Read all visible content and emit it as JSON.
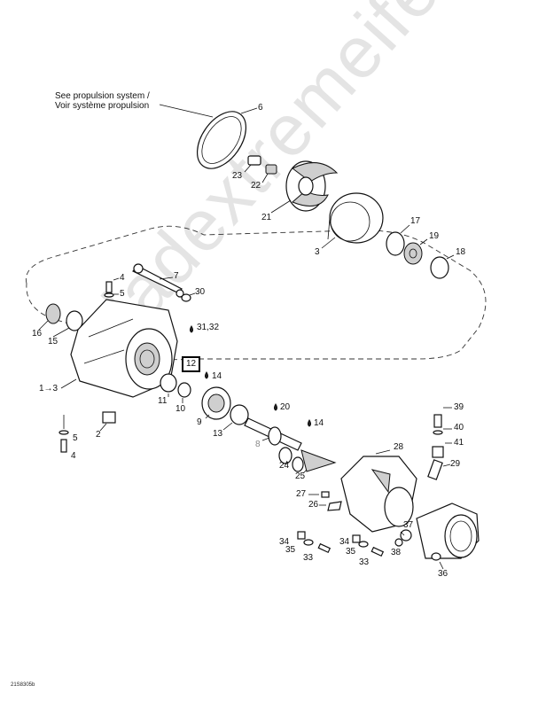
{
  "caption": {
    "line1": "See propulsion system /",
    "line2": "Voir système propulsion"
  },
  "watermark": "vladextremeife.ru",
  "figure_id": "21S8305b",
  "callouts": [
    {
      "id": "c6",
      "text": "6"
    },
    {
      "id": "c23",
      "text": "23"
    },
    {
      "id": "c22",
      "text": "22"
    },
    {
      "id": "c21",
      "text": "21"
    },
    {
      "id": "c17",
      "text": "17"
    },
    {
      "id": "c19",
      "text": "19"
    },
    {
      "id": "c18",
      "text": "18"
    },
    {
      "id": "c3",
      "text": "3"
    },
    {
      "id": "c7",
      "text": "7"
    },
    {
      "id": "c30",
      "text": "30"
    },
    {
      "id": "c4a",
      "text": "4"
    },
    {
      "id": "c5a",
      "text": "5"
    },
    {
      "id": "c16",
      "text": "16"
    },
    {
      "id": "c15",
      "text": "15"
    },
    {
      "id": "c3132",
      "text": "31,32"
    },
    {
      "id": "c12",
      "text": "12"
    },
    {
      "id": "c14a",
      "text": "14"
    },
    {
      "id": "c13to",
      "text": "1→3"
    },
    {
      "id": "c11",
      "text": "11"
    },
    {
      "id": "c10",
      "text": "10"
    },
    {
      "id": "c9",
      "text": "9"
    },
    {
      "id": "c20",
      "text": "20"
    },
    {
      "id": "c13",
      "text": "13"
    },
    {
      "id": "c14b",
      "text": "14"
    },
    {
      "id": "c8",
      "text": "8"
    },
    {
      "id": "c2",
      "text": "2"
    },
    {
      "id": "c5b",
      "text": "5"
    },
    {
      "id": "c4b",
      "text": "4"
    },
    {
      "id": "c24",
      "text": "24"
    },
    {
      "id": "c25",
      "text": "25"
    },
    {
      "id": "c39",
      "text": "39"
    },
    {
      "id": "c40",
      "text": "40"
    },
    {
      "id": "c41",
      "text": "41"
    },
    {
      "id": "c28",
      "text": "28"
    },
    {
      "id": "c29",
      "text": "29"
    },
    {
      "id": "c27",
      "text": "27"
    },
    {
      "id": "c26",
      "text": "26"
    },
    {
      "id": "c37",
      "text": "37"
    },
    {
      "id": "c34a",
      "text": "34"
    },
    {
      "id": "c35a",
      "text": "35"
    },
    {
      "id": "c33a",
      "text": "33"
    },
    {
      "id": "c34b",
      "text": "34"
    },
    {
      "id": "c35b",
      "text": "35"
    },
    {
      "id": "c33b",
      "text": "33"
    },
    {
      "id": "c38",
      "text": "38"
    },
    {
      "id": "c36",
      "text": "36"
    }
  ]
}
